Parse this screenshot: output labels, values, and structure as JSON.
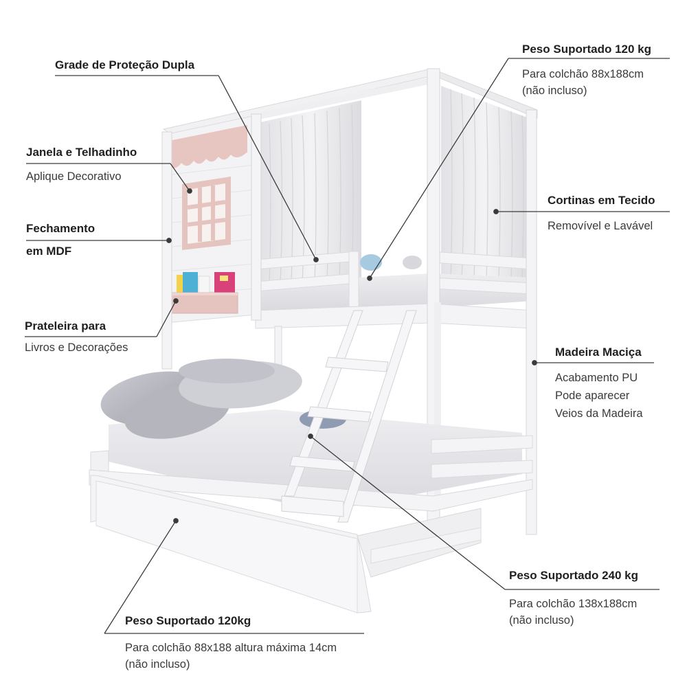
{
  "callouts": {
    "grade": {
      "title": "Grade de Proteção Dupla"
    },
    "peso_top": {
      "title": "Peso Suportado 120 kg",
      "sub1": "Para colchão 88x188cm",
      "sub2": "(não incluso)"
    },
    "janela": {
      "title": "Janela e Telhadinho",
      "sub1": "Aplique Decorativo"
    },
    "fechamento": {
      "title1": "Fechamento",
      "title2": "em MDF"
    },
    "cortinas": {
      "title": "Cortinas em Tecido",
      "sub1": "Removível e Lavável"
    },
    "prateleira": {
      "title": "Prateleira para",
      "sub1": "Livros e Decorações"
    },
    "madeira": {
      "title": "Madeira Maciça",
      "sub1": "Acabamento PU",
      "sub2": "Pode aparecer",
      "sub3": "Veios da Madeira"
    },
    "peso_mid": {
      "title": "Peso Suportado 240 kg",
      "sub1": "Para colchão 138x188cm",
      "sub2": "(não incluso)"
    },
    "peso_bottom": {
      "title": "Peso Suportado 120kg",
      "sub1": "Para colchão 88x188 altura máxima 14cm",
      "sub2": "(não incluso)"
    }
  },
  "colors": {
    "accent_pink": "#e5c3bf",
    "frame_white": "#f4f4f6",
    "line": "#3a3a3a",
    "curtain": "#e9e9ec"
  }
}
